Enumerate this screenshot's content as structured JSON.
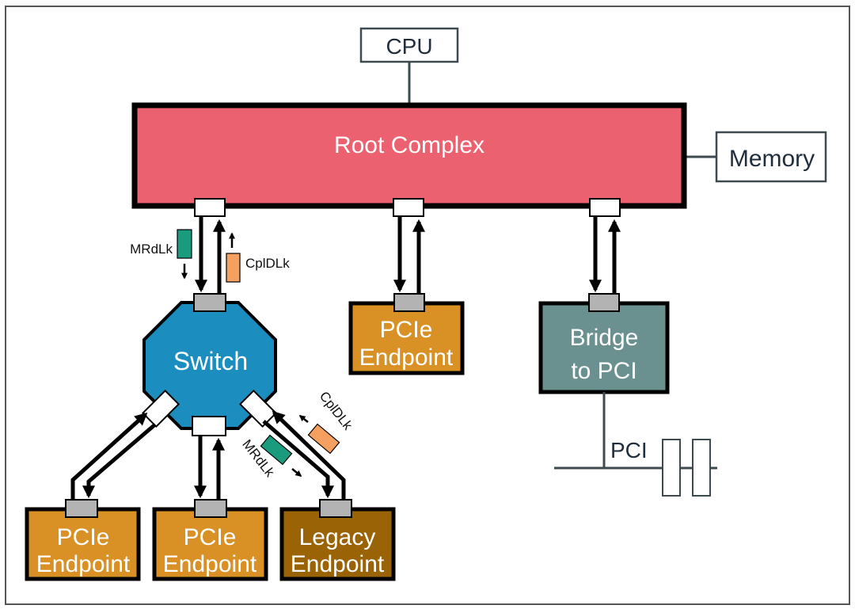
{
  "diagram": {
    "title": "PCIe topology with locked transactions",
    "colors": {
      "root_complex": "#ec6170",
      "switch": "#1b8ebf",
      "pcie_endpoint": "#d99126",
      "legacy_endpoint": "#9a6306",
      "bridge": "#6a9090",
      "mrdlk": "#1a9b7d",
      "cpldlk": "#f5a060",
      "port_upstream": "#b3b3b3",
      "port_downstream": "#ffffff",
      "outline": "#000000",
      "host_line": "#3d4a50"
    },
    "nodes": {
      "cpu": "CPU",
      "memory": "Memory",
      "root_complex": "Root Complex",
      "switch": "Switch",
      "pcie_endpoint_mid": [
        "PCIe",
        "Endpoint"
      ],
      "bridge": [
        "Bridge",
        "to PCI"
      ],
      "pcie_endpoint_left": [
        "PCIe",
        "Endpoint"
      ],
      "pcie_endpoint_center": [
        "PCIe",
        "Endpoint"
      ],
      "legacy_endpoint": [
        "Legacy",
        "Endpoint"
      ],
      "pci_bus": "PCI"
    },
    "packets": {
      "mrdlk_top": "MRdLk",
      "cpldlk_top": "CplDLk",
      "mrdlk_diag": "MRdLk",
      "cpldlk_diag": "CplDLk"
    }
  }
}
